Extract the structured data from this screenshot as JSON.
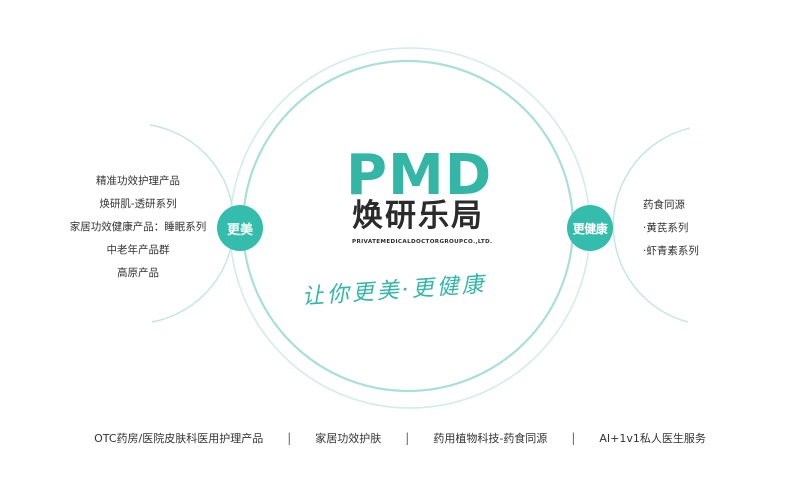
{
  "brand": {
    "logo_letters": "PMD",
    "name_cn": "焕研乐局",
    "name_en": "PRIVATEMEDICALDOCTORGROUPCO.,LTD."
  },
  "slogan": "让你更美·更健康",
  "left_badge": "更美",
  "right_badge": "更健康",
  "left_items": [
    "精准功效护理产品",
    "焕研肌-透研系列",
    "家居功效健康产品：睡眠系列",
    "中老年产品群",
    "高原产品"
  ],
  "right_items": [
    "药食同源",
    "·黄芪系列",
    "·虾青素系列"
  ],
  "footer": [
    "OTC药房/医院皮肤科医用护理产品",
    "家居功效护肤",
    "药用植物科技-药食同源",
    "AI+1v1私人医生服务"
  ],
  "footer_separator": "|",
  "colors": {
    "accent": "#34bcac",
    "ring": "#a8e0d8",
    "text": "#333333"
  }
}
